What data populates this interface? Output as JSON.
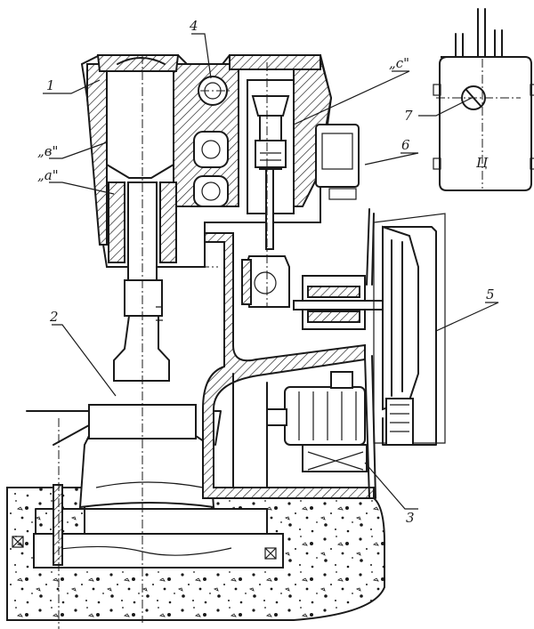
{
  "figure": {
    "labels": {
      "part_1": "1",
      "part_2": "2",
      "part_3": "3",
      "part_4": "4",
      "part_5": "5",
      "part_6": "6",
      "part_7": "7",
      "part_a": "„a\"",
      "part_b": "„в\"",
      "part_c": "„c\"",
      "view_mark": "Ц"
    }
  }
}
